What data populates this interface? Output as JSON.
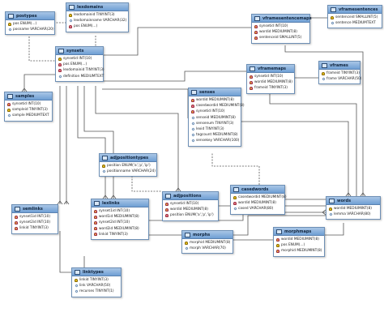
{
  "colors": {
    "header": "#8fb4df",
    "border": "#6d8fb5",
    "line": "#555555",
    "pk_key": "#e8c21c",
    "fk_key": "#e6788a"
  },
  "tables": [
    {
      "id": "postypes",
      "name": "postypes",
      "columns": [
        {
          "text": "pos ENUM(...)",
          "key": "pk"
        },
        {
          "text": "posname VARCHAR(20)",
          "key": "none"
        }
      ]
    },
    {
      "id": "lexdomains",
      "name": "lexdomains",
      "columns": [
        {
          "text": "lexdomainid TINYINT(3)",
          "key": "pk"
        },
        {
          "text": "lexdomainname VARCHAR(32)",
          "key": "none"
        },
        {
          "text": "pos ENUM(...)",
          "key": "fk"
        }
      ]
    },
    {
      "id": "synsets",
      "name": "synsets",
      "columns": [
        {
          "text": "synsetid INT(10)",
          "key": "pk"
        },
        {
          "text": "pos ENUM(...)",
          "key": "fk"
        },
        {
          "text": "lexdomainid TINYINT(3)",
          "key": "fk"
        },
        {
          "text": "definition MEDIUMTEXT",
          "key": "none"
        }
      ]
    },
    {
      "id": "samples",
      "name": "samples",
      "columns": [
        {
          "text": "synsetid INT(10)",
          "key": "pk fk"
        },
        {
          "text": "sampleid TINYINT(3)",
          "key": "pk"
        },
        {
          "text": "sample MEDIUMTEXT",
          "key": "none"
        }
      ]
    },
    {
      "id": "vframesentencemaps",
      "name": "vframesentencemaps",
      "columns": [
        {
          "text": "synsetid INT(10)",
          "key": "pk fk"
        },
        {
          "text": "wordid MEDIUMINT(8)",
          "key": "pk fk"
        },
        {
          "text": "sentenceid SMALLINT(5)",
          "key": "pk fk"
        }
      ]
    },
    {
      "id": "vframesentences",
      "name": "vframesentences",
      "columns": [
        {
          "text": "sentenceid SMALLINT(5)",
          "key": "pk"
        },
        {
          "text": "sentence MEDIUMTEXT",
          "key": "none"
        }
      ]
    },
    {
      "id": "vframemaps",
      "name": "vframemaps",
      "columns": [
        {
          "text": "synsetid INT(10)",
          "key": "pk fk"
        },
        {
          "text": "wordid MEDIUMINT(8)",
          "key": "pk fk"
        },
        {
          "text": "frameid TINYINT(3)",
          "key": "pk fk"
        }
      ]
    },
    {
      "id": "vframes",
      "name": "vframes",
      "columns": [
        {
          "text": "frameid TINYINT(3)",
          "key": "pk"
        },
        {
          "text": "frame VARCHAR(50)",
          "key": "none"
        }
      ]
    },
    {
      "id": "senses",
      "name": "senses",
      "columns": [
        {
          "text": "wordid MEDIUMINT(8)",
          "key": "pk fk"
        },
        {
          "text": "casedwordid MEDIUMINT(8)",
          "key": "fk"
        },
        {
          "text": "synsetid INT(10)",
          "key": "pk fk"
        },
        {
          "text": "senseid MEDIUMINT(8)",
          "key": "none"
        },
        {
          "text": "sensenum TINYINT(3)",
          "key": "none"
        },
        {
          "text": "lexid TINYINT(3)",
          "key": "none"
        },
        {
          "text": "tagcount MEDIUMINT(8)",
          "key": "none"
        },
        {
          "text": "sensekey VARCHAR(100)",
          "key": "none"
        }
      ]
    },
    {
      "id": "adjpositiontypes",
      "name": "adjpositiontypes",
      "columns": [
        {
          "text": "position ENUM('a','p','ip')",
          "key": "pk"
        },
        {
          "text": "positionname VARCHAR(24)",
          "key": "none"
        }
      ]
    },
    {
      "id": "adjpositions",
      "name": "adjpositions",
      "columns": [
        {
          "text": "synsetid INT(10)",
          "key": "pk fk"
        },
        {
          "text": "wordid MEDIUMINT(8)",
          "key": "pk fk"
        },
        {
          "text": "position ENUM('a','p','ip')",
          "key": "fk"
        }
      ]
    },
    {
      "id": "casedwords",
      "name": "casedwords",
      "columns": [
        {
          "text": "casedwordid MEDIUMINT(8)",
          "key": "pk"
        },
        {
          "text": "wordid MEDIUMINT(8)",
          "key": "fk"
        },
        {
          "text": "cased VARCHAR(80)",
          "key": "none"
        }
      ]
    },
    {
      "id": "semlinks",
      "name": "semlinks",
      "columns": [
        {
          "text": "synset1id INT(10)",
          "key": "pk fk"
        },
        {
          "text": "synset2id INT(10)",
          "key": "pk fk"
        },
        {
          "text": "linkid TINYINT(3)",
          "key": "pk fk"
        }
      ]
    },
    {
      "id": "lexlinks",
      "name": "lexlinks",
      "columns": [
        {
          "text": "synset1id INT(10)",
          "key": "pk fk"
        },
        {
          "text": "word1id MEDIUMINT(8)",
          "key": "pk fk"
        },
        {
          "text": "synset2id INT(10)",
          "key": "pk fk"
        },
        {
          "text": "word2id MEDIUMINT(8)",
          "key": "pk fk"
        },
        {
          "text": "linkid TINYINT(3)",
          "key": "pk fk"
        }
      ]
    },
    {
      "id": "words",
      "name": "words",
      "columns": [
        {
          "text": "wordid MEDIUMINT(8)",
          "key": "pk"
        },
        {
          "text": "lemma VARCHAR(80)",
          "key": "none"
        }
      ]
    },
    {
      "id": "morphs",
      "name": "morphs",
      "columns": [
        {
          "text": "morphid MEDIUMINT(8)",
          "key": "pk"
        },
        {
          "text": "morph VARCHAR(70)",
          "key": "none"
        }
      ]
    },
    {
      "id": "morphmaps",
      "name": "morphmaps",
      "columns": [
        {
          "text": "wordid MEDIUMINT(8)",
          "key": "pk fk"
        },
        {
          "text": "pos ENUM(...)",
          "key": "pk"
        },
        {
          "text": "morphid MEDIUMINT(8)",
          "key": "pk fk"
        }
      ]
    },
    {
      "id": "linktypes",
      "name": "linktypes",
      "columns": [
        {
          "text": "linkid TINYINT(3)",
          "key": "pk"
        },
        {
          "text": "link VARCHAR(50)",
          "key": "none"
        },
        {
          "text": "recurses TINYINT(1)",
          "key": "none"
        }
      ]
    }
  ]
}
